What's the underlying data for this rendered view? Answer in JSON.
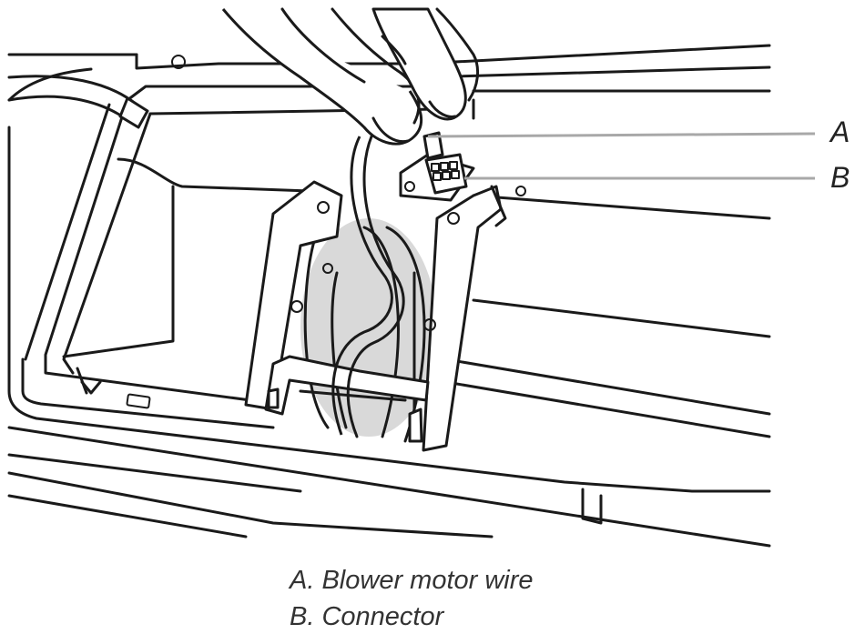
{
  "callouts": {
    "a_letter": "A",
    "b_letter": "B"
  },
  "legend": {
    "item_a": "A. Blower motor wire",
    "item_b": "B. Connector"
  },
  "colors": {
    "line_art": "#1a1a1a",
    "leader_lines": "#a8a8a8",
    "text": "#333333"
  }
}
